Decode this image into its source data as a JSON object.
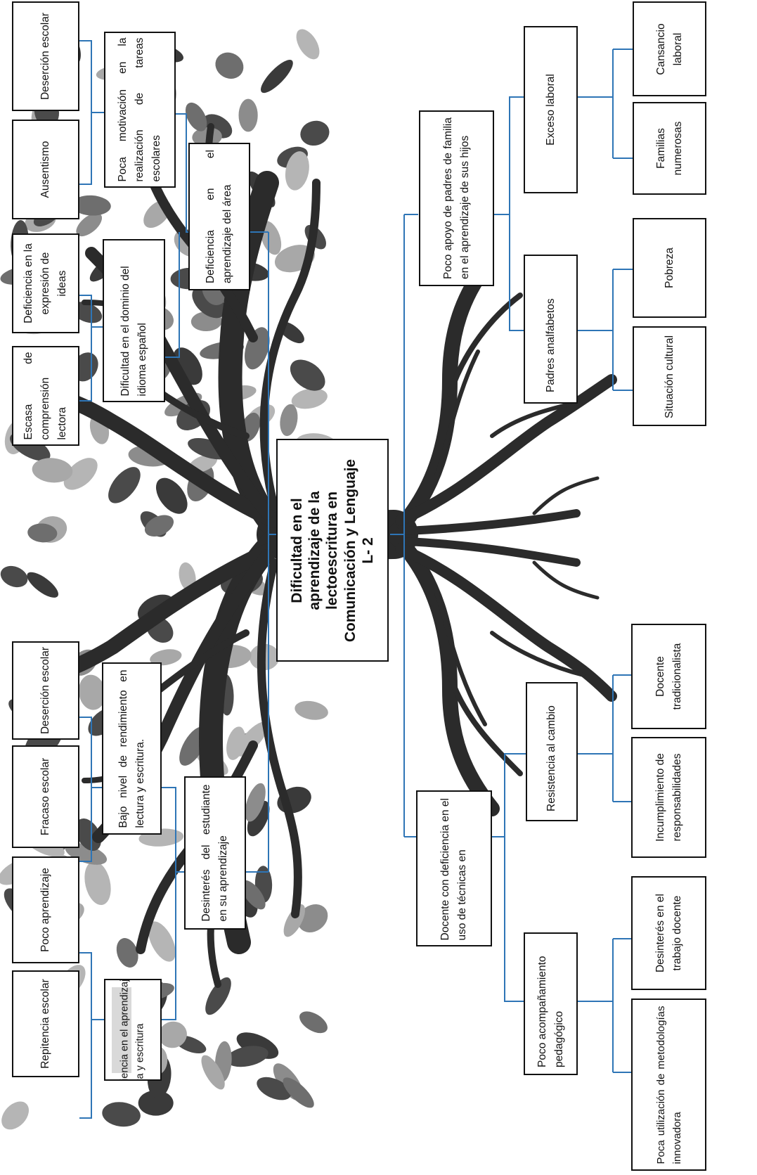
{
  "central": {
    "lines": [
      "Dificultad en el",
      "aprendizaje de la",
      "lectoescritura en",
      "Comunicación y Lenguaje",
      "L- 2"
    ]
  },
  "left": {
    "desercion_top": "Deserción escolar",
    "ausentismo": "Ausentismo",
    "poca_motivacion": "Poca motivación en la realización de tareas escolares",
    "deficiencia_expresion": "Deficiencia en la expresión de ideas",
    "escasa_comprension": "Escasa de comprensión lectora",
    "dificultad_dominio": "Dificultad en el dominio del idioma español",
    "deficiencia_area": "Deficiencia en el aprendizaje del área",
    "desercion_bottom": "Deserción escolar",
    "fracaso": "Fracaso escolar",
    "bajo_nivel": "Bajo nivel de rendimiento en lectura y escritura.",
    "desinteres_estudiante": "Desinterés del estudiante en su aprendizaje",
    "poco_aprendizaje": "Poco aprendizaje",
    "repitencia": "Repitencia escolar",
    "deficiencia_lectura": "Deficiencia en el aprendizaje de lectura y escritura"
  },
  "right": {
    "cansancio": "Cansancio laboral",
    "exceso": "Exceso laboral",
    "familias": "Familias numerosas",
    "poco_apoyo": "Poco apoyo de padres de familia en el aprendizaje de sus hijos",
    "pobreza": "Pobreza",
    "padres": "Padres analfabetos",
    "situacion": "Situación cultural",
    "docente_trad": "Docente tradicionalista",
    "resistencia": "Resistencia al cambio",
    "incumplimiento": "Incumplimiento de responsabilidades",
    "docente_def": "Docente con deficiencia en el uso de técnicas en",
    "desinteres_docente": "Desinterés en el trabajo docente",
    "poco_acomp": "Poco acompañamiento pedagógico",
    "poca_util": "Poca utilización de metodologías innovadora"
  },
  "colors": {
    "connector": "#2e75b6",
    "tree": "#2b2b2b",
    "leaf_dark": "#4a4a4a",
    "leaf_light": "#a8a8a8"
  }
}
